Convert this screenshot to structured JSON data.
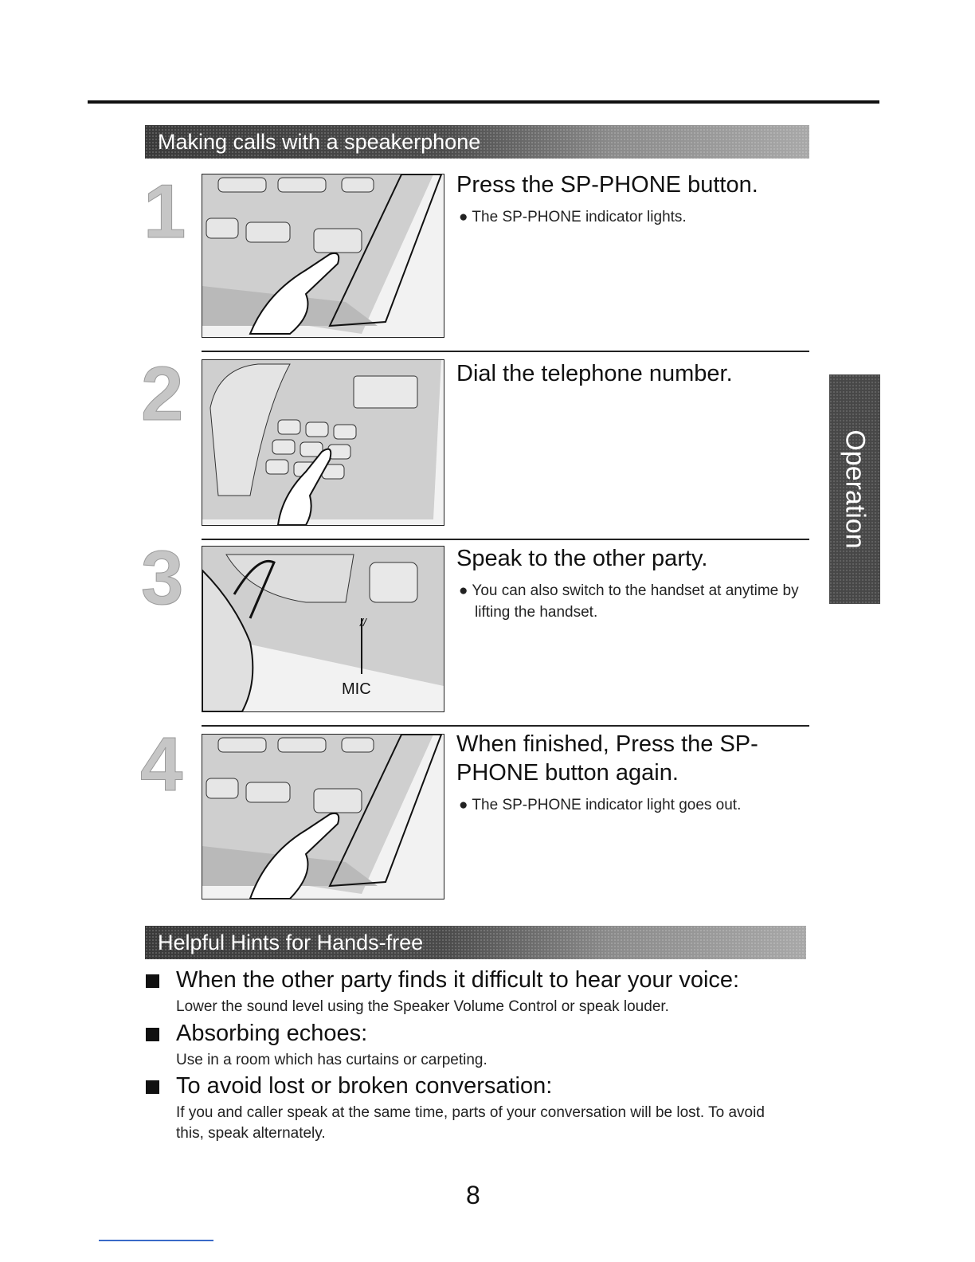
{
  "sections": {
    "making_calls": "Making calls with a speakerphone",
    "helpful_hints": "Helpful Hints for Hands-free"
  },
  "side_tab": "Operation",
  "steps": [
    {
      "number": "1",
      "title": "Press the SP-PHONE button.",
      "bullets": [
        "The SP-PHONE indicator lights."
      ],
      "image": "finger-pressing-sp-phone-button"
    },
    {
      "number": "2",
      "title": "Dial the telephone number.",
      "bullets": [],
      "image": "finger-dialing-keypad"
    },
    {
      "number": "3",
      "title": "Speak to the other party.",
      "bullets": [
        "You can also switch to the handset at anytime by lifting the handset."
      ],
      "image": "phone-mic-location",
      "image_label": "MIC"
    },
    {
      "number": "4",
      "title": "When finished, Press the SP-PHONE button again.",
      "bullets": [
        "The SP-PHONE indicator light goes out."
      ],
      "image": "finger-pressing-sp-phone-button"
    }
  ],
  "hints": [
    {
      "heading": "When the other party finds it difficult to hear your voice:",
      "body": "Lower the sound level using the Speaker Volume Control or speak louder."
    },
    {
      "heading": "Absorbing echoes:",
      "body": "Use in a room which has curtains or carpeting."
    },
    {
      "heading": "To avoid lost or broken conversation:",
      "body": "If you and caller speak at the same time, parts of your conversation will be lost. To avoid this, speak alternately."
    }
  ],
  "page_number": "8",
  "icons": {
    "bullet": "●",
    "hint_marker": "square-bullet-icon"
  }
}
